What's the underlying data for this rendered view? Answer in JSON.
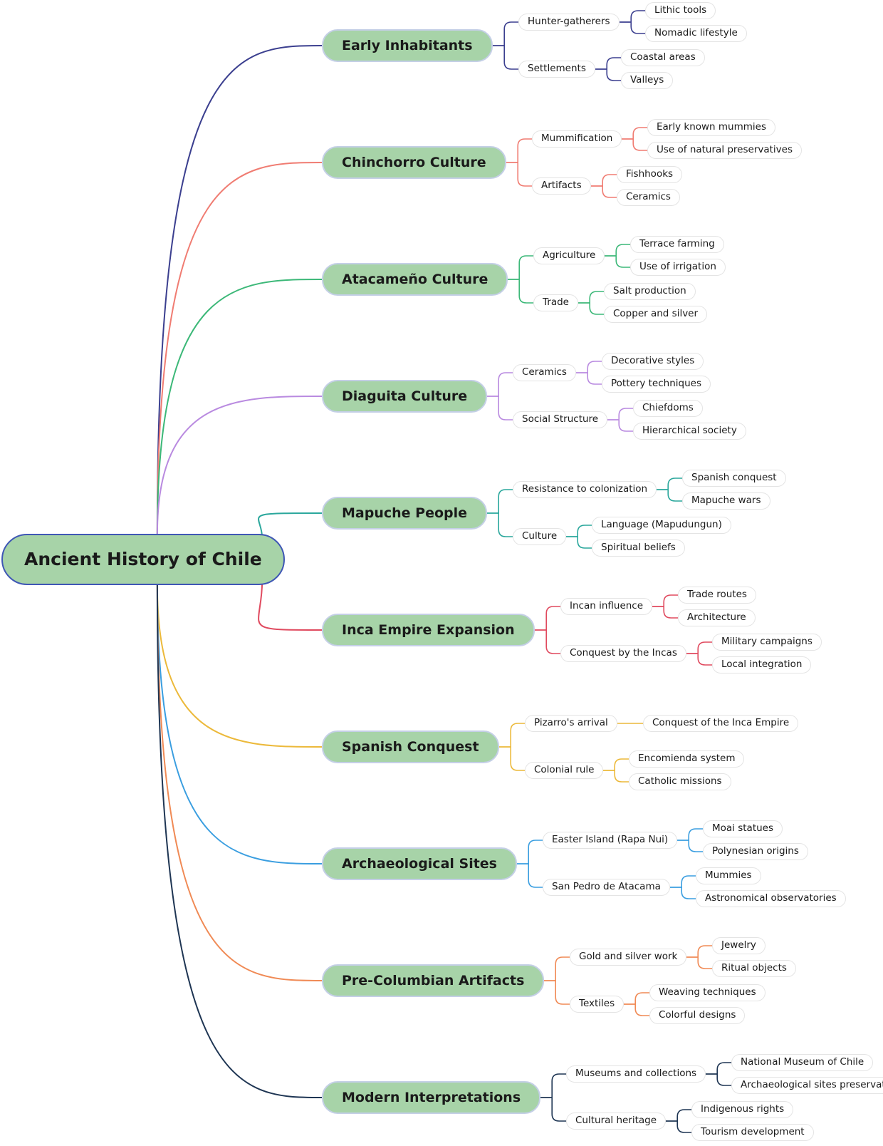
{
  "root": {
    "label": "Ancient History of Chile"
  },
  "branches": [
    {
      "label": "Early Inhabitants",
      "color": "#3b3f8f",
      "subs": [
        {
          "label": "Hunter-gatherers",
          "leaves": [
            "Lithic tools",
            "Nomadic lifestyle"
          ]
        },
        {
          "label": "Settlements",
          "leaves": [
            "Coastal areas",
            "Valleys"
          ]
        }
      ]
    },
    {
      "label": "Chinchorro Culture",
      "color": "#f07c72",
      "subs": [
        {
          "label": "Mummification",
          "leaves": [
            "Early known mummies",
            "Use of natural preservatives"
          ]
        },
        {
          "label": "Artifacts",
          "leaves": [
            "Fishhooks",
            "Ceramics"
          ]
        }
      ]
    },
    {
      "label": "Atacameño Culture",
      "color": "#3cb878",
      "subs": [
        {
          "label": "Agriculture",
          "leaves": [
            "Terrace farming",
            "Use of irrigation"
          ]
        },
        {
          "label": "Trade",
          "leaves": [
            "Salt production",
            "Copper and silver"
          ]
        }
      ]
    },
    {
      "label": "Diaguita Culture",
      "color": "#b98ae0",
      "subs": [
        {
          "label": "Ceramics",
          "leaves": [
            "Decorative styles",
            "Pottery techniques"
          ]
        },
        {
          "label": "Social Structure",
          "leaves": [
            "Chiefdoms",
            "Hierarchical society"
          ]
        }
      ]
    },
    {
      "label": "Mapuche People",
      "color": "#2aa79c",
      "subs": [
        {
          "label": "Resistance to colonization",
          "leaves": [
            "Spanish conquest",
            "Mapuche wars"
          ]
        },
        {
          "label": "Culture",
          "leaves": [
            "Language (Mapudungun)",
            "Spiritual beliefs"
          ]
        }
      ]
    },
    {
      "label": "Inca Empire Expansion",
      "color": "#e04a5f",
      "subs": [
        {
          "label": "Incan influence",
          "leaves": [
            "Trade routes",
            "Architecture"
          ]
        },
        {
          "label": "Conquest by the Incas",
          "leaves": [
            "Military campaigns",
            "Local integration"
          ]
        }
      ]
    },
    {
      "label": "Spanish Conquest",
      "color": "#ecb93a",
      "subs": [
        {
          "label": "Pizarro's arrival",
          "leaves": [
            "Conquest of the Inca Empire"
          ]
        },
        {
          "label": "Colonial rule",
          "leaves": [
            "Encomienda system",
            "Catholic missions"
          ]
        }
      ]
    },
    {
      "label": "Archaeological Sites",
      "color": "#3a9ee0",
      "subs": [
        {
          "label": "Easter Island (Rapa Nui)",
          "leaves": [
            "Moai statues",
            "Polynesian origins"
          ]
        },
        {
          "label": "San Pedro de Atacama",
          "leaves": [
            "Mummies",
            "Astronomical observatories"
          ]
        }
      ]
    },
    {
      "label": "Pre-Columbian Artifacts",
      "color": "#f08a55",
      "subs": [
        {
          "label": "Gold and silver work",
          "leaves": [
            "Jewelry",
            "Ritual objects"
          ]
        },
        {
          "label": "Textiles",
          "leaves": [
            "Weaving techniques",
            "Colorful designs"
          ]
        }
      ]
    },
    {
      "label": "Modern Interpretations",
      "color": "#1e3553",
      "subs": [
        {
          "label": "Museums and collections",
          "leaves": [
            "National Museum of Chile",
            "Archaeological sites preservation"
          ]
        },
        {
          "label": "Cultural heritage",
          "leaves": [
            "Indigenous rights",
            "Tourism development"
          ]
        }
      ]
    }
  ]
}
